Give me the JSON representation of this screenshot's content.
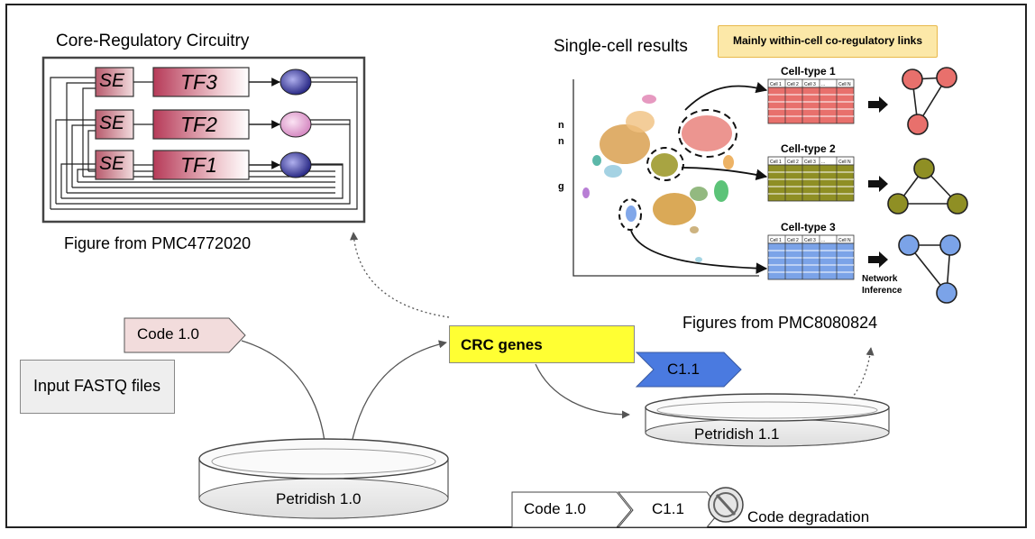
{
  "crc_panel": {
    "title": "Core-Regulatory Circuitry",
    "caption": "Figure from PMC4772020",
    "rows": [
      {
        "se": "SE",
        "tf": "TF3"
      },
      {
        "se": "SE",
        "tf": "TF2"
      },
      {
        "se": "SE",
        "tf": "TF1"
      }
    ]
  },
  "sc_panel": {
    "title": "Single-cell results",
    "highlight": "Mainly within-cell co-regulatory links",
    "caption": "Figures from PMC8080824",
    "cell_types": [
      "Cell-type 1",
      "Cell-type 2",
      "Cell-type 3"
    ],
    "network_label_1": "Network",
    "network_label_2": "Inference",
    "table_headers": [
      "Cell 1",
      "Cell 2",
      "Cell 3",
      "...",
      "Cell N"
    ],
    "axis_marks": [
      "n",
      "n",
      "g"
    ],
    "colors": {
      "type1": "#e8706c",
      "type2": "#8f8f24",
      "type3": "#7ba3e8",
      "highlight_bg": "#fce8a8"
    }
  },
  "workflow": {
    "code_tag": "Code 1.0",
    "input_box": "Input FASTQ files",
    "crc_genes": "CRC genes",
    "c11_tag": "C1.1",
    "petri_1_0": "Petridish 1.0",
    "petri_1_1": "Petridish 1.1"
  },
  "legend": {
    "code_label": "Code 1.0",
    "c11_label": "C1.1",
    "degradation": "Code degradation"
  }
}
